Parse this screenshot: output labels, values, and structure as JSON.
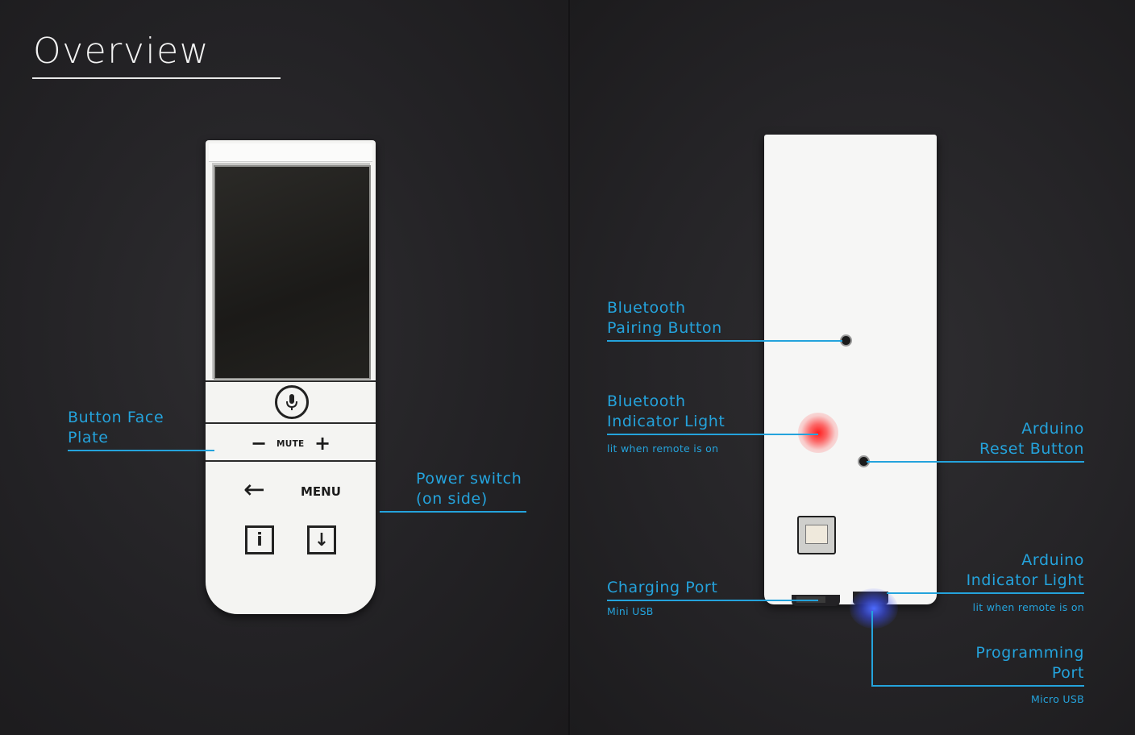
{
  "title": "Overview",
  "front_remote": {
    "mute_label": "MUTE",
    "minus": "−",
    "plus": "+",
    "back_arrow": "←",
    "menu_label": "MENU",
    "info_glyph": "i",
    "download_glyph": "↓"
  },
  "callouts": {
    "button_face_plate": {
      "line1": "Button Face",
      "line2": "Plate"
    },
    "power_switch": {
      "line1": "Power switch",
      "line2": "(on side)"
    },
    "bluetooth_pairing": {
      "line1": "Bluetooth",
      "line2": "Pairing Button"
    },
    "bluetooth_indicator": {
      "line1": "Bluetooth",
      "line2": "Indicator Light",
      "note": "lit when remote is on"
    },
    "arduino_reset": {
      "line1": "Arduino",
      "line2": "Reset Button"
    },
    "charging_port": {
      "line1": "Charging Port",
      "note": "Mini USB"
    },
    "arduino_indicator": {
      "line1": "Arduino",
      "line2": "Indicator Light",
      "note": "lit when remote is on"
    },
    "programming_port": {
      "line1": "Programming",
      "line2": "Port",
      "note": "Micro USB"
    }
  },
  "colors": {
    "accent": "#24a3dc",
    "background": "#232225",
    "device": "#f4f4f2",
    "red_led": "#ff1e1e",
    "blue_led": "#4d6bff"
  }
}
